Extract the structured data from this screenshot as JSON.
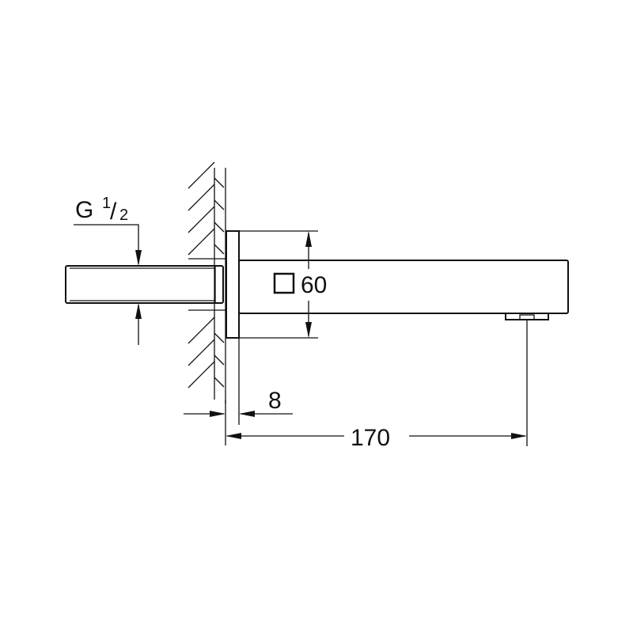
{
  "drawing": {
    "thread_label": {
      "main": "G",
      "num": "1",
      "slash": "/",
      "den": "2"
    },
    "square_dim_label": "60",
    "square_symbol_icon": "square-section-icon",
    "plate_thickness_label": "8",
    "projection_label": "170",
    "line_color": "#111111"
  }
}
